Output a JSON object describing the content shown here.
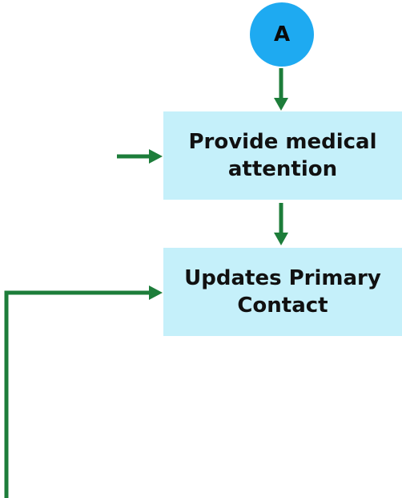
{
  "connector": {
    "label": "A"
  },
  "nodes": [
    {
      "id": "provide-medical-attention",
      "label": "Provide medical\nattention"
    },
    {
      "id": "updates-primary-contact",
      "label": "Updates Primary\nContact"
    }
  ],
  "colors": {
    "connector_fill": "#1eaaf1",
    "box_fill": "#c5f0fa",
    "arrow": "#1d7d3a",
    "text": "#111111"
  }
}
